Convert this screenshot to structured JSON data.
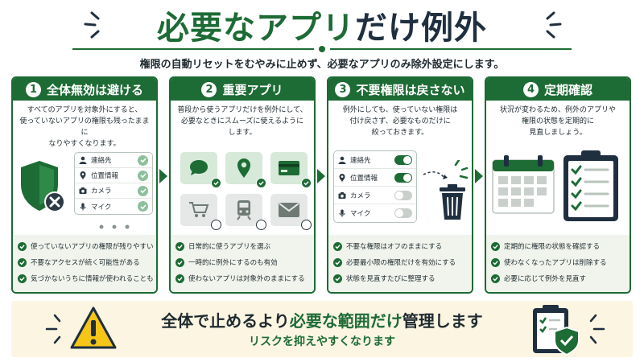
{
  "title": {
    "part1": "必要なアプリ",
    "part2": "だけ例外"
  },
  "subtitle": "権限の自動リセットをむやみに止めず、必要なアプリのみ除外設定にします。",
  "colors": {
    "primary": "#1d6b35",
    "dark": "#1f2f3f",
    "light_green": "#d7e9d9",
    "bullet_bg": "#f0f4ec",
    "banner_bg": "#fbf5e1",
    "warning": "#f5c518"
  },
  "panels": [
    {
      "number": "1",
      "title": "全体無効は避ける",
      "desc_lines": [
        "すべてのアプリを対象外にすると、",
        "使っていないアプリの権限も残ったままに",
        "なりやすくなります。"
      ],
      "perms": [
        {
          "icon": "person-icon",
          "label": "連絡先"
        },
        {
          "icon": "location-icon",
          "label": "位置情報"
        },
        {
          "icon": "camera-icon",
          "label": "カメラ"
        },
        {
          "icon": "mic-icon",
          "label": "マイク"
        }
      ],
      "bullets": [
        "使っていないアプリの権限が残りやすい",
        "不要なアクセスが続く可能性がある",
        "気づかないうちに情報が使われることも"
      ]
    },
    {
      "number": "2",
      "title": "重要アプリ",
      "desc_lines": [
        "普段から使うアプリだけを例外にして、",
        "必要なときにスムーズに使えるように",
        "します。"
      ],
      "tiles": [
        {
          "icon": "chat-icon",
          "state": "on"
        },
        {
          "icon": "map-pin-icon",
          "state": "on"
        },
        {
          "icon": "card-icon",
          "state": "on"
        },
        {
          "icon": "cart-icon",
          "state": "off"
        },
        {
          "icon": "train-icon",
          "state": "off"
        },
        {
          "icon": "mail-icon",
          "state": "off"
        }
      ],
      "bullets": [
        "日常的に使うアプリを選ぶ",
        "一時的に例外にするのも有効",
        "使わないアプリは対象外のままにする"
      ]
    },
    {
      "number": "3",
      "title": "不要権限は戻さない",
      "desc_lines": [
        "例外にしても、使っていない権限は",
        "付け戻さず、必要なものだけに",
        "絞っておきます。"
      ],
      "perms": [
        {
          "icon": "person-icon",
          "label": "連絡先",
          "enabled": true
        },
        {
          "icon": "location-icon",
          "label": "位置情報",
          "enabled": true
        },
        {
          "icon": "camera-icon",
          "label": "カメラ",
          "enabled": false
        },
        {
          "icon": "mic-icon",
          "label": "マイク",
          "enabled": false
        }
      ],
      "bullets": [
        "不要な権限はオフのままにする",
        "必要最小限の権限だけを有効にする",
        "状態を見直すたびに整理する"
      ]
    },
    {
      "number": "4",
      "title": "定期確認",
      "desc_lines": [
        "状況が変わるため、例外のアプリや",
        "権限の状態を定期的に",
        "見直しましょう。"
      ],
      "bullets": [
        "定期的に権限の状態を確認する",
        "使わなくなったアプリは削除する",
        "必要に応じて例外を見直す"
      ]
    }
  ],
  "banner": {
    "main_pre": "全体で止めるより",
    "main_em": "必要な範囲だけ",
    "main_post": "管理します",
    "sub": "リスクを抑えやすくなります"
  }
}
